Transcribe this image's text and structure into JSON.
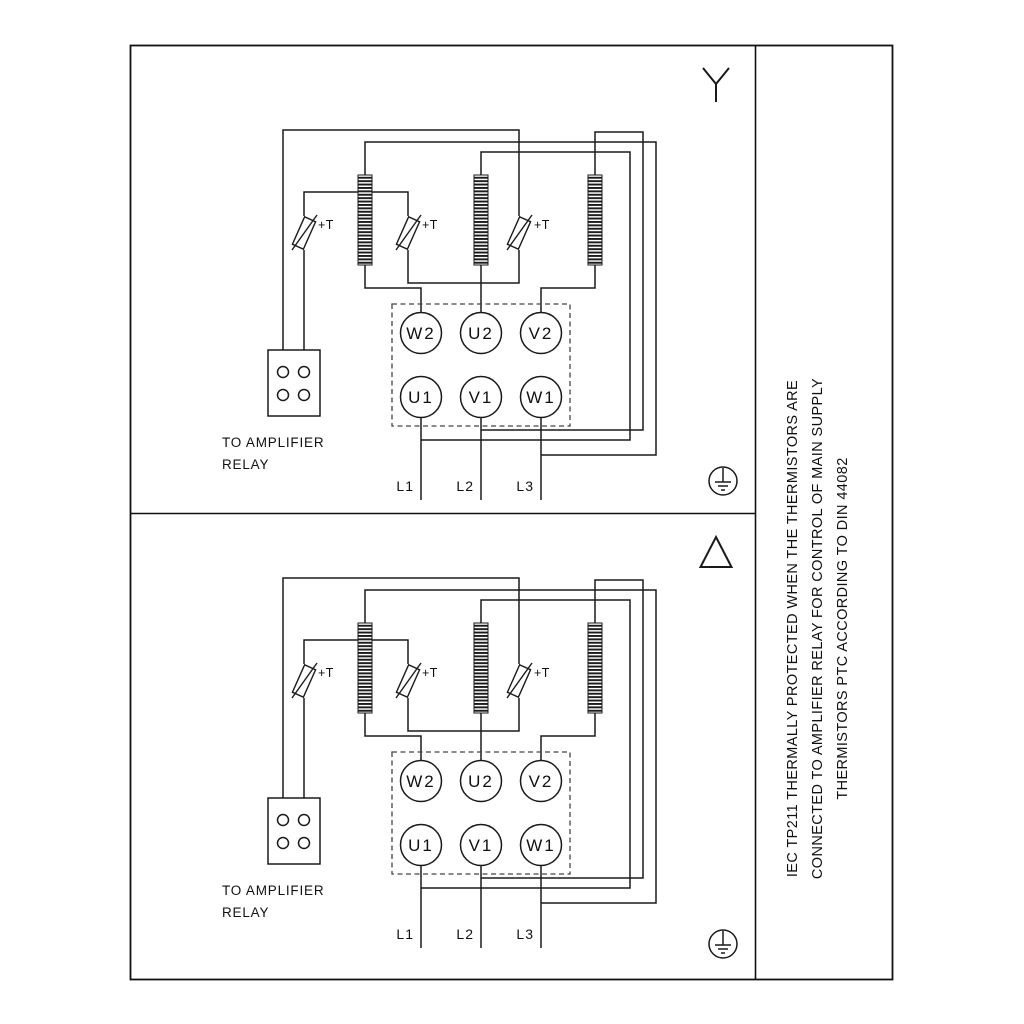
{
  "panels": [
    {
      "connection_symbol": "star",
      "thermistor_labels": [
        "+T",
        "+T",
        "+T"
      ],
      "relay_note": [
        "TO AMPLIFIER",
        "RELAY"
      ],
      "terminals_top": [
        "W2",
        "U2",
        "V2"
      ],
      "terminals_bottom": [
        "U1",
        "V1",
        "W1"
      ],
      "supply_lines": [
        "L1",
        "L2",
        "L3"
      ]
    },
    {
      "connection_symbol": "delta",
      "thermistor_labels": [
        "+T",
        "+T",
        "+T"
      ],
      "relay_note": [
        "TO AMPLIFIER",
        "RELAY"
      ],
      "terminals_top": [
        "W2",
        "U2",
        "V2"
      ],
      "terminals_bottom": [
        "U1",
        "V1",
        "W1"
      ],
      "supply_lines": [
        "L1",
        "L2",
        "L3"
      ]
    }
  ],
  "side_note_lines": [
    "IEC TP211 THERMALLY PROTECTED WHEN THE THERMISTORS ARE",
    "CONNECTED TO AMPLIFIER RELAY FOR CONTROL OF MAIN SUPPLY",
    "THERMISTORS PTC ACCORDING TO DIN 44082"
  ],
  "colors": {
    "line": "#1a1a1a",
    "background": "#ffffff",
    "dashed_outline": "#444444"
  }
}
